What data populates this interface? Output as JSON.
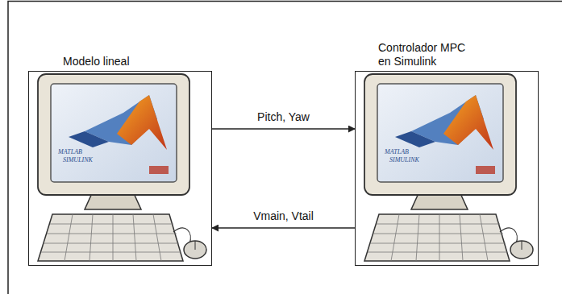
{
  "diagram": {
    "nodes": [
      {
        "text": [
          "Modelo lineal"
        ]
      },
      {
        "text": [
          "Controlador MPC en Simulink"
        ]
      }
    ],
    "edges": [
      {
        "from": 0,
        "to": 1,
        "arrow": "to",
        "label": "Pitch, Yaw"
      },
      {
        "from": 1,
        "to": 0,
        "arrow": "to",
        "label": "Vmain, Vtail"
      }
    ],
    "labels": [
      "MATLAB",
      "SIMULINK",
      "MATLAB",
      "SIMULINK"
    ]
  }
}
